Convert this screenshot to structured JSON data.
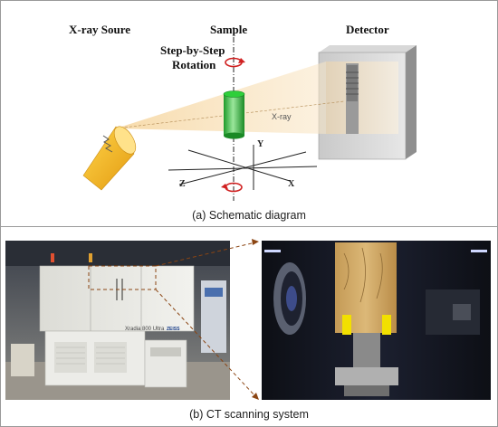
{
  "panel_a": {
    "source_label": "X-ray Soure",
    "sample_label": "Sample",
    "detector_label": "Detector",
    "rotation_label_line1": "Step-by-Step",
    "rotation_label_line2": "Rotation",
    "beam_label": "X-ray",
    "axis_y": "Y",
    "axis_x": "X",
    "axis_z": "Z",
    "caption": "(a) Schematic diagram"
  },
  "panel_b": {
    "caption": "(b) CT scanning system",
    "machine_brand": "Xradia 800 Ultra",
    "machine_maker": "ZEISS"
  },
  "colors": {
    "beam": "#f2c98a",
    "sample": "#3fbf3f",
    "source": "#f0b020",
    "rotation_arrow": "#d02020",
    "callout": "#8b4513"
  }
}
